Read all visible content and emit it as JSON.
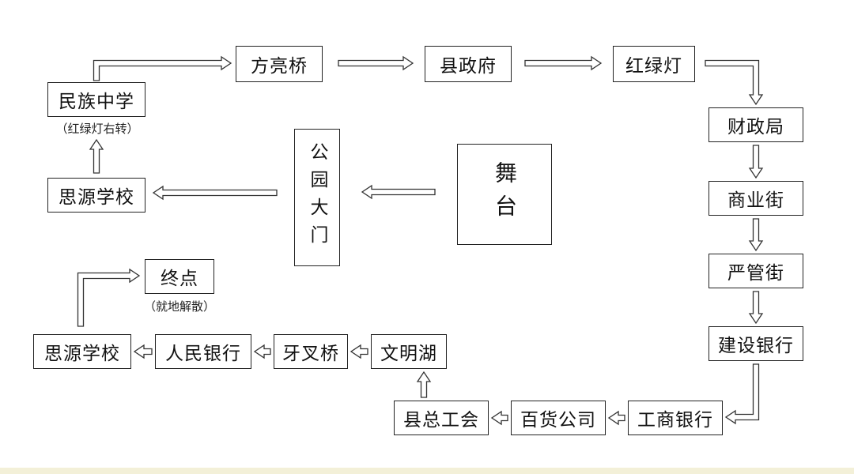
{
  "nodes": {
    "minzu": "民族中学",
    "fangliang": "方亮桥",
    "xianzhengfu": "县政府",
    "hongludeng": "红绿灯",
    "caizheng": "财政局",
    "shangye": "商业街",
    "yanguan": "严管街",
    "jianshe": "建设银行",
    "gongshang": "工商银行",
    "baihuo": "百货公司",
    "zonggonghui": "县总工会",
    "wenminghu": "文明湖",
    "yachaqiao": "牙叉桥",
    "renmin": "人民银行",
    "siyuan_bottom": "思源学校",
    "siyuan_top": "思源学校",
    "zhongdian": "终点",
    "gongyuan": "公园大门",
    "wutai": "舞台"
  },
  "notes": {
    "minzu": "（红绿灯右转）",
    "zhongdian": "（就地解散）"
  }
}
